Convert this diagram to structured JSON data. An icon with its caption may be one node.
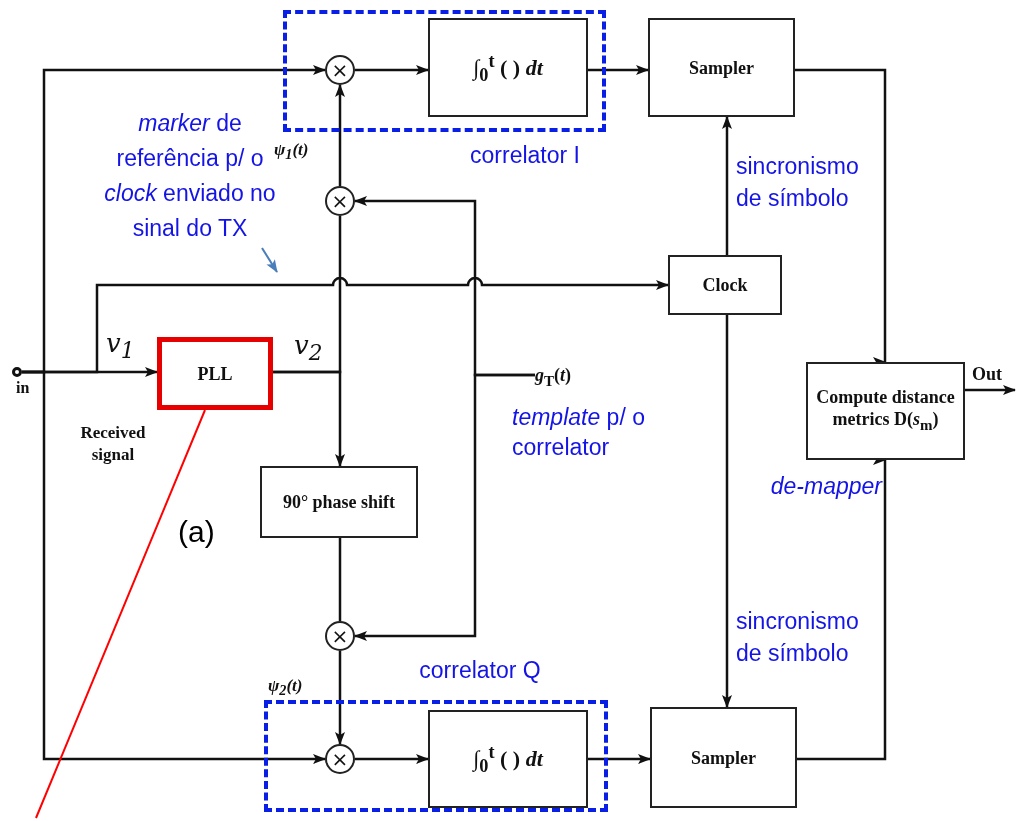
{
  "diagram": {
    "nodes": [
      {
        "text": [],
        "shape": "circle",
        "beside": [
          "in"
        ]
      },
      {
        "text": [
          "*marker* de referência p/ o *clock* enviado no sinal do TX"
        ]
      },
      {
        "text": [
          "correlator I"
        ]
      },
      {
        "text": [
          "×"
        ],
        "in": 2
      },
      {
        "text": [
          "∫$_{0}$$^{t}$ ( ) *dt*"
        ],
        "in": 2
      },
      {
        "text": [
          "Sampler"
        ]
      },
      {
        "text": [
          "×"
        ]
      },
      {
        "text": [
          "Clock"
        ]
      },
      {
        "text": [
          "PLL"
        ]
      },
      {
        "text": [
          "*g*$_{T}$(*t*)"
        ]
      },
      {
        "text": [
          "90° phase shift"
        ]
      },
      {
        "text": [
          "×"
        ]
      },
      {
        "text": [
          "correlator Q"
        ]
      },
      {
        "text": [
          "×"
        ],
        "in": 12
      },
      {
        "text": [
          "∫$_{0}$$^{t}$ ( ) *dt*"
        ],
        "in": 12
      },
      {
        "text": [
          "Sampler"
        ]
      },
      {
        "text": [
          "Compute distance metrics D(*s*$_{m}$)"
        ]
      }
    ],
    "edges": [
      {
        "from": 0,
        "to": 3,
        "arrow": "to"
      },
      {
        "from": 0,
        "to": 13,
        "arrow": "to"
      },
      {
        "from": 0,
        "to": 8,
        "arrow": "to",
        "label": "*v*$_{1}$"
      },
      {
        "from": 0,
        "to": 7,
        "arrow": "to"
      },
      {
        "from": 8,
        "to": 6,
        "arrow": "none",
        "label": "*v*$_{2}$"
      },
      {
        "from": 8,
        "to": 10,
        "arrow": "to"
      },
      {
        "from": 6,
        "to": 3,
        "arrow": "to",
        "label": "ψ$_{1}$(*t*)"
      },
      {
        "from": 9,
        "to": 6,
        "arrow": "to"
      },
      {
        "from": 9,
        "to": 11,
        "arrow": "to"
      },
      {
        "from": 10,
        "to": 11,
        "arrow": "none"
      },
      {
        "from": 11,
        "to": 13,
        "arrow": "to",
        "label": "ψ$_{2}$(*t*)"
      },
      {
        "from": 3,
        "to": 4,
        "arrow": "to"
      },
      {
        "from": 4,
        "to": 5,
        "arrow": "to"
      },
      {
        "from": 13,
        "to": 14,
        "arrow": "to"
      },
      {
        "from": 14,
        "to": 15,
        "arrow": "to"
      },
      {
        "from": 7,
        "to": 5,
        "arrow": "to",
        "label": "sincronismo de símbolo"
      },
      {
        "from": 7,
        "to": 15,
        "arrow": "to",
        "label": "sincronismo de símbolo"
      },
      {
        "from": 5,
        "to": 16,
        "arrow": "to"
      },
      {
        "from": 15,
        "to": 16,
        "arrow": "to"
      },
      {
        "from": 16,
        "to": null,
        "arrow": "to",
        "label": "Out"
      },
      {
        "from": 1,
        "to": null,
        "arrow": "to",
        "color": "#4a7ebb"
      },
      {
        "from": 8,
        "to": null,
        "arrow": "none",
        "color": "#ff0000"
      }
    ],
    "labels": [
      "Received signal",
      "*template* p/ o correlator",
      "(a)",
      "de-mapper"
    ]
  }
}
